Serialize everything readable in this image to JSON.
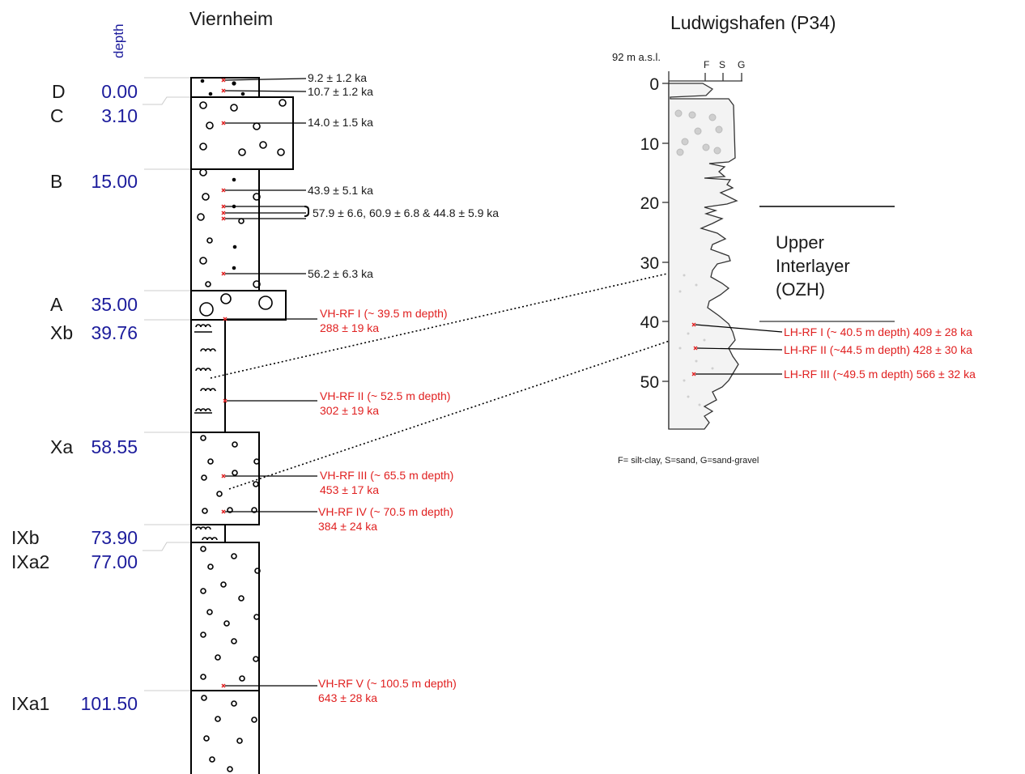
{
  "titles": {
    "viernheim": "Viernheim",
    "ludwigshafen": "Ludwigshafen (P34)",
    "depth_header": "depth"
  },
  "units": [
    {
      "name": "D",
      "depth": "0.00"
    },
    {
      "name": "C",
      "depth": "3.10"
    },
    {
      "name": "B",
      "depth": "15.00"
    },
    {
      "name": "A",
      "depth": "35.00"
    },
    {
      "name": "Xb",
      "depth": "39.76"
    },
    {
      "name": "Xa",
      "depth": "58.55"
    },
    {
      "name": "IXb",
      "depth": "73.90"
    },
    {
      "name": "IXa2",
      "depth": "77.00"
    },
    {
      "name": "IXa1",
      "depth": "101.50"
    }
  ],
  "viernheim_ages": [
    "9.2 ± 1.2 ka",
    "10.7 ± 1.2 ka",
    "14.0 ± 1.5 ka",
    "43.9 ± 5.1 ka",
    "57.9 ± 6.6, 60.9 ± 6.8 & 44.8 ± 5.9 ka",
    "56.2 ± 6.3 ka"
  ],
  "vh_samples": [
    {
      "label": "VH-RF I (~ 39.5 m depth)",
      "age": "288 ± 19 ka"
    },
    {
      "label": "VH-RF II (~ 52.5 m depth)",
      "age": "302 ± 19 ka"
    },
    {
      "label": "VH-RF III (~ 65.5 m depth)",
      "age": "453 ± 17 ka"
    },
    {
      "label": "VH-RF IV (~ 70.5 m depth)",
      "age": "384 ± 24 ka"
    },
    {
      "label": "VH-RF V (~ 100.5 m depth)",
      "age": "643 ± 28 ka"
    }
  ],
  "ludwigshafen": {
    "elevation": "92 m a.s.l.",
    "grain_labels": [
      "F",
      "S",
      "G"
    ],
    "depth_ticks": [
      "0",
      "10",
      "20",
      "30",
      "40",
      "50"
    ],
    "interlayer": [
      "Upper",
      "Interlayer",
      "(OZH)"
    ],
    "samples": [
      "LH-RF I (~ 40.5 m depth) 409 ± 28 ka",
      "LH-RF II (~44.5 m depth) 428 ± 30 ka",
      "LH-RF III (~49.5 m depth) 566 ± 32 ka"
    ],
    "legend": "F= silt-clay, S=sand, G=sand-gravel"
  },
  "colors": {
    "sample_red": "#e02020",
    "depth_blue": "#1c1c9c"
  }
}
